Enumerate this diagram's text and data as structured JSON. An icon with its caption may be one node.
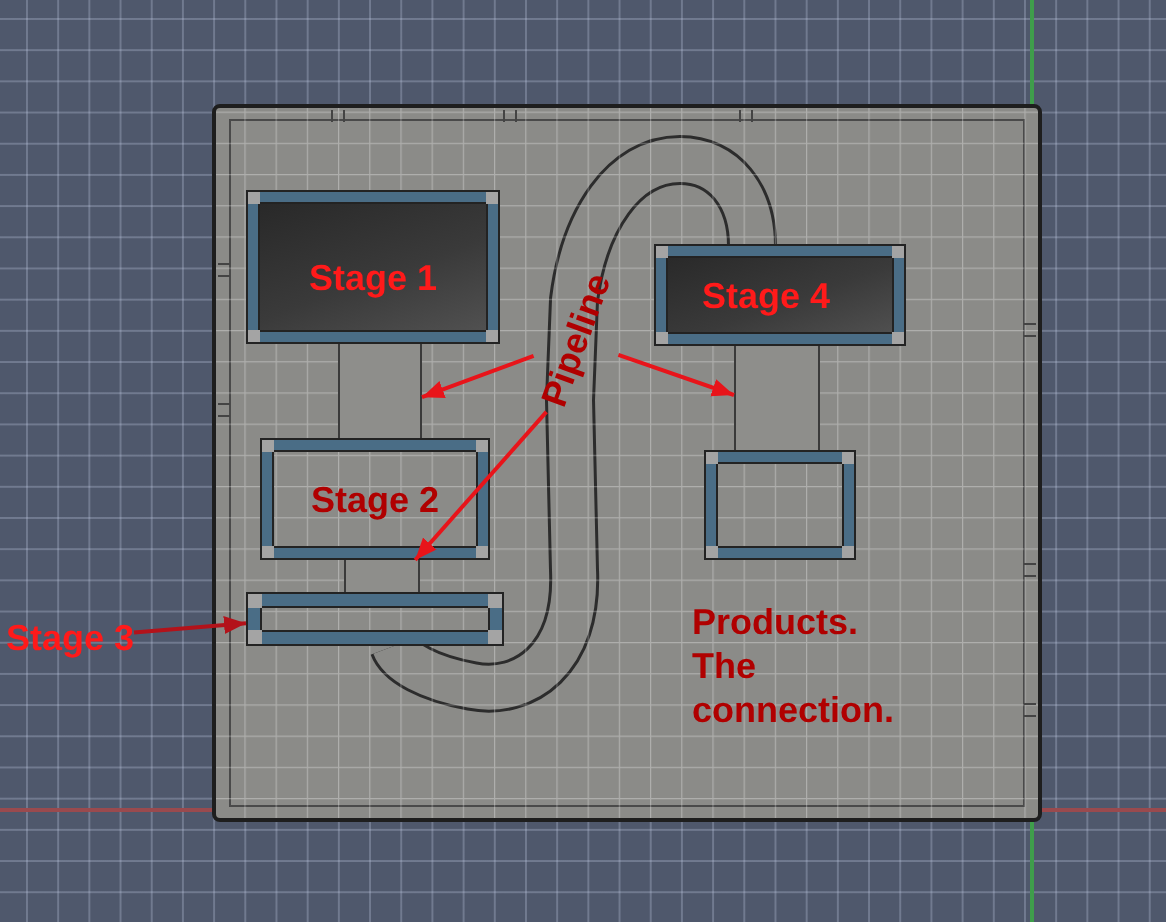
{
  "diagram": {
    "nodes": [
      {
        "text": [
          "Stage 1"
        ]
      },
      {
        "text": [
          "Stage 4"
        ]
      },
      {
        "text": [
          "Pipeline"
        ]
      },
      {
        "text": [],
        "shape": "bar"
      },
      {
        "text": [],
        "shape": "bar"
      },
      {
        "text": [
          "Stage 2"
        ]
      },
      {
        "text": [],
        "shape": "box"
      },
      {
        "text": [],
        "shape": "bar"
      },
      {
        "text": [],
        "shape": "box"
      },
      {
        "text": [
          "Stage 3"
        ]
      }
    ],
    "edges": [
      {
        "from": 2,
        "to": 3,
        "arrow": "to"
      },
      {
        "from": 2,
        "to": 7,
        "arrow": "to"
      },
      {
        "from": 2,
        "to": 4,
        "arrow": "to"
      },
      {
        "from": 9,
        "to": 8,
        "arrow": "to",
        "color": "#b3121a"
      }
    ],
    "labels": [
      "Products. The connection."
    ]
  }
}
